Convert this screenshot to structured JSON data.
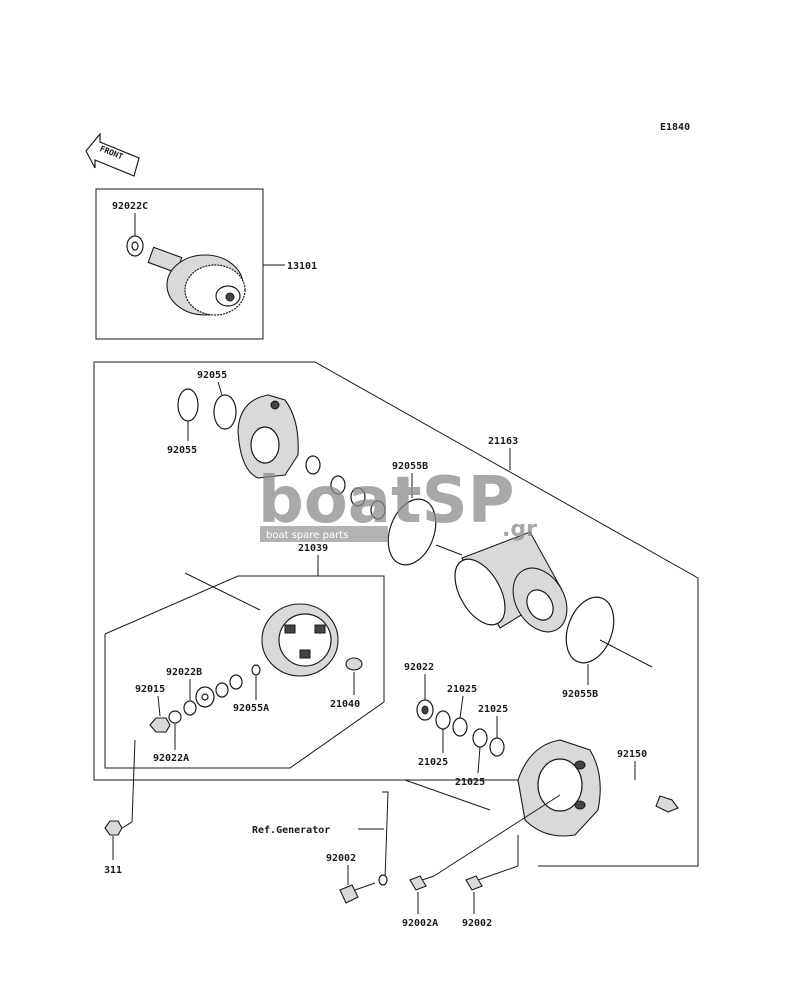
{
  "diagram_code": "E1840",
  "front_label": "FRONT",
  "labels": {
    "p92022C": "92022C",
    "p13101": "13101",
    "p92055_top": "92055",
    "p92055_bottom": "92055",
    "p21163": "21163",
    "p92055B_top": "92055B",
    "p21039": "21039",
    "p92022B": "92022B",
    "p92015": "92015",
    "p92055A": "92055A",
    "p21040": "21040",
    "p92022A": "92022A",
    "p92022": "92022",
    "p21025_a": "21025",
    "p21025_b": "21025",
    "p21025_c": "21025",
    "p21025_d": "21025",
    "p92055B_bottom": "92055B",
    "p92150": "92150",
    "ref_generator": "Ref.Generator",
    "p92002_top": "92002",
    "p311": "311",
    "p92002A": "92002A",
    "p92002_bottom": "92002"
  },
  "watermark": {
    "logo": "boatSP",
    "domain": ".gr",
    "tagline": "boat spare parts",
    "color": "#8c8c8c"
  }
}
